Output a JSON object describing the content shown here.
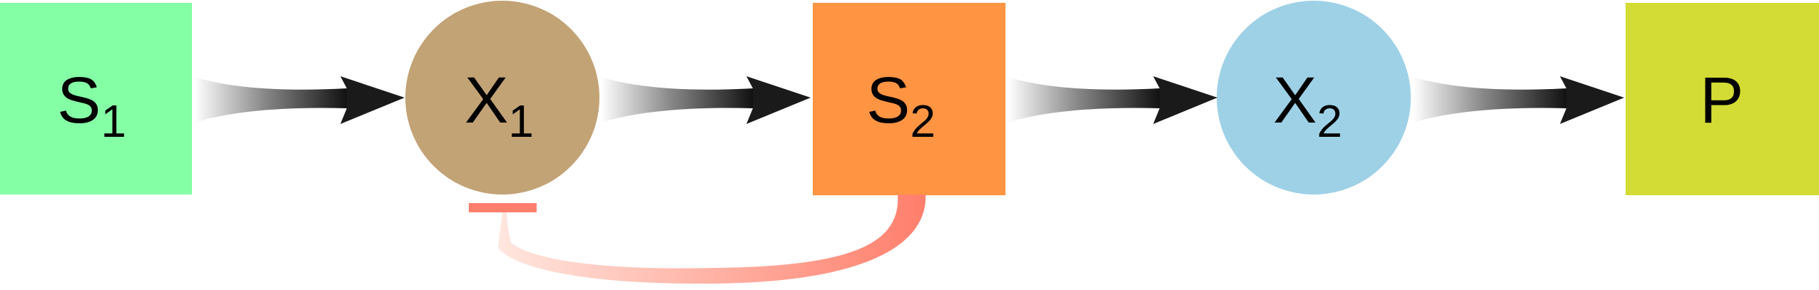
{
  "nodes": [
    {
      "id": "s1",
      "shape": "square",
      "color": "#85FFA6",
      "label": {
        "main": "S",
        "sub": "1"
      }
    },
    {
      "id": "x1",
      "shape": "circle",
      "color": "#C2A375",
      "label": {
        "main": "X",
        "sub": "1"
      }
    },
    {
      "id": "s2",
      "shape": "square",
      "color": "#FF9443",
      "label": {
        "main": "S",
        "sub": "2"
      }
    },
    {
      "id": "x2",
      "shape": "circle",
      "color": "#9ED1E6",
      "label": {
        "main": "X",
        "sub": "2"
      }
    },
    {
      "id": "p",
      "shape": "square",
      "color": "#D3DC34",
      "label": {
        "main": "P",
        "sub": ""
      }
    }
  ],
  "edges": [
    {
      "from": "s1",
      "to": "x1",
      "type": "arrow",
      "color": "#1A1A1A"
    },
    {
      "from": "x1",
      "to": "s2",
      "type": "arrow",
      "color": "#1A1A1A"
    },
    {
      "from": "s2",
      "to": "x2",
      "type": "arrow",
      "color": "#1A1A1A"
    },
    {
      "from": "x2",
      "to": "p",
      "type": "arrow",
      "color": "#1A1A1A"
    },
    {
      "from": "s2",
      "to": "x1",
      "type": "inhibition",
      "color": "#FF7F6C"
    }
  ]
}
